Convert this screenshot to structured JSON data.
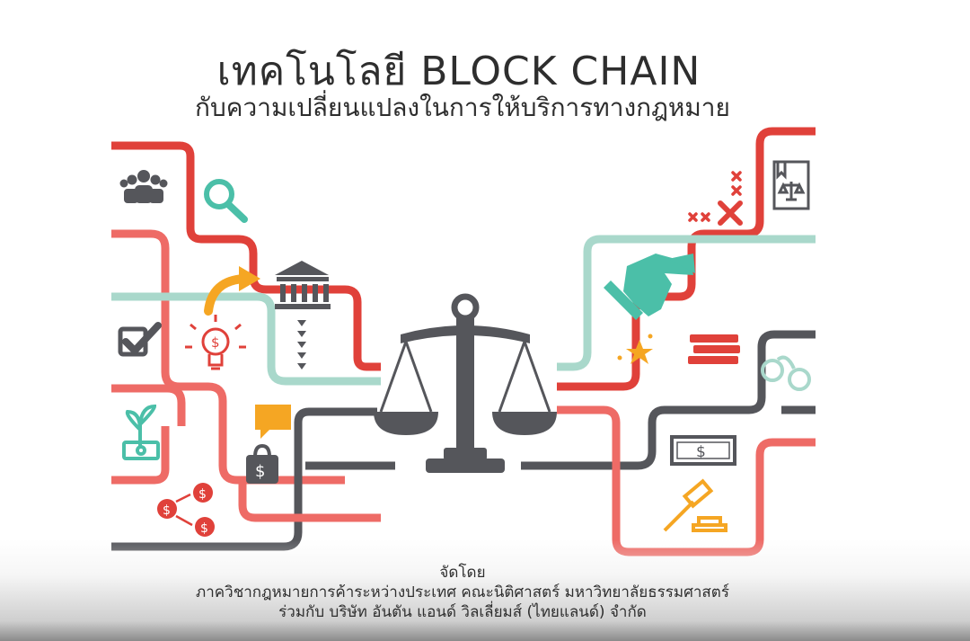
{
  "header": {
    "title": "เทคโนโลยี BLOCK CHAIN",
    "subtitle": "กับความเปลี่ยนแปลงในการให้บริการทางกฎหมาย"
  },
  "footer": {
    "organized_by": "จัดโดย",
    "line1": "ภาควิชากฎหมายการค้าระหว่างประเทศ คณะนิติศาสตร์ มหาวิทยาลัยธรรมศาสตร์",
    "line2": "ร่วมกับ บริษัท อันตัน แอนด์ วิลเลี่ยมส์ (ไทยแลนด์) จำกัด"
  },
  "colors": {
    "red": "#e0413a",
    "salmon": "#ee6b66",
    "mint": "#a9d8cb",
    "charcoal": "#55565b",
    "teal": "#4bbfa8",
    "orange": "#f5a623"
  },
  "icons": [
    "people-icon",
    "search-icon",
    "bank-icon",
    "arrow-icon",
    "lightbulb-dollar-icon",
    "checkmark-icon",
    "plant-money-icon",
    "speech-bubble-icon",
    "money-bag-icon",
    "dollar-coins-icon",
    "scales-of-justice-icon",
    "cross-marks-icon",
    "law-document-icon",
    "handshake-icon",
    "stars-icon",
    "books-icon",
    "handcuffs-icon",
    "banknote-icon",
    "gavel-icon"
  ]
}
